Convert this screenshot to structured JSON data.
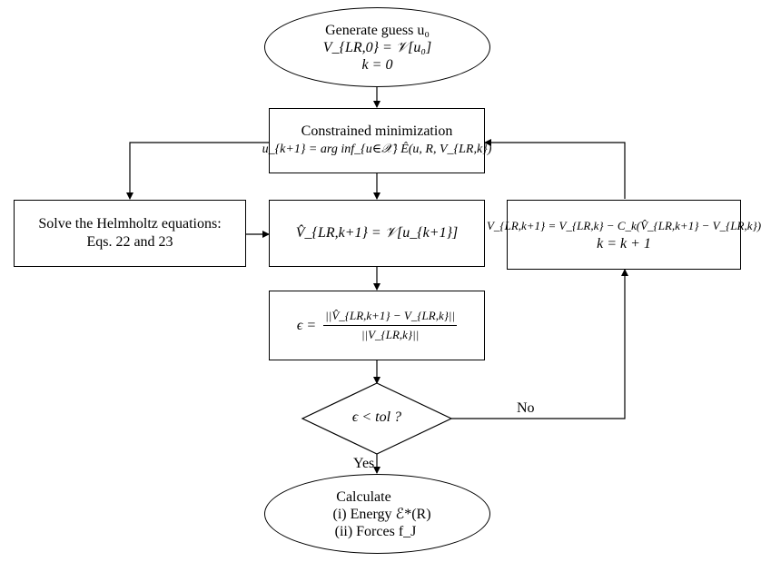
{
  "start": {
    "line1": "Generate guess u₀",
    "line2": "V_{LR,0}  =  𝒱[u₀]",
    "line3": "k  =  0"
  },
  "constrained": {
    "title": "Constrained minimization",
    "formula": "u_{k+1} = arg inf_{u∈𝒳} Ê(u, R, V_{LR,k})"
  },
  "helmholtz": {
    "line1": "Solve the Helmholtz equations:",
    "line2": "Eqs.  22 and 23"
  },
  "vhat": {
    "formula": "V̂_{LR,k+1}  =  𝒱[u_{k+1}]"
  },
  "update": {
    "line1": "V_{LR,k+1} = V_{LR,k} − C_k(V̂_{LR,k+1} − V_{LR,k})",
    "line2": "k  =  k + 1"
  },
  "epsilon": {
    "lhs": "ϵ  =",
    "numerator": "||V̂_{LR,k+1} − V_{LR,k}||",
    "denominator": "||V_{LR,k}||"
  },
  "decision": {
    "text": "ϵ < tol ?"
  },
  "edges": {
    "no_label": "No",
    "yes_label": "Yes"
  },
  "end": {
    "title": "Calculate",
    "item1": "(i) Energy ℰ*(R)",
    "item2": "(ii) Forces f_J"
  }
}
